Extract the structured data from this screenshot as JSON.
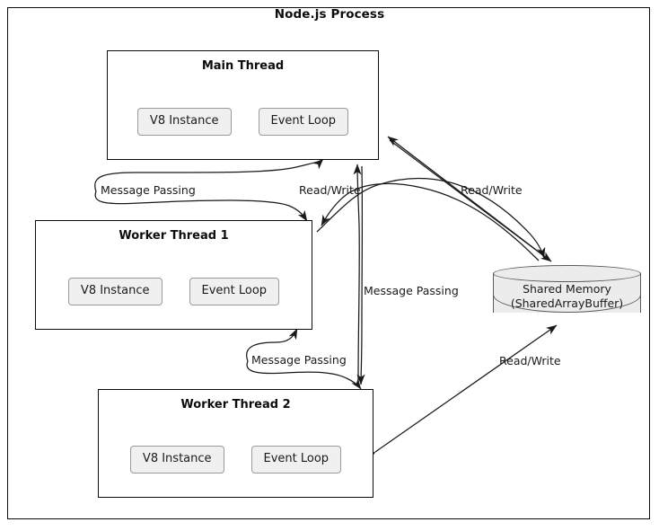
{
  "process": {
    "title": "Node.js Process"
  },
  "threads": [
    {
      "id": "main",
      "title": "Main Thread",
      "components": [
        {
          "label": "V8 Instance",
          "icon": "v8-engine-icon"
        },
        {
          "label": "Event Loop",
          "icon": "loop-icon"
        }
      ]
    },
    {
      "id": "worker1",
      "title": "Worker Thread 1",
      "components": [
        {
          "label": "V8 Instance",
          "icon": "v8-engine-icon"
        },
        {
          "label": "Event Loop",
          "icon": "loop-icon"
        }
      ]
    },
    {
      "id": "worker2",
      "title": "Worker Thread 2",
      "components": [
        {
          "label": "V8 Instance",
          "icon": "v8-engine-icon"
        },
        {
          "label": "Event Loop",
          "icon": "loop-icon"
        }
      ]
    }
  ],
  "shared_memory": {
    "title": "Shared Memory",
    "subtitle": "(SharedArrayBuffer)",
    "shape": "cylinder-database-icon"
  },
  "edges": [
    {
      "id": "mp-main-worker1",
      "label": "Message Passing",
      "from": "Main Thread",
      "to": "Worker Thread 1",
      "direction": "bidirectional"
    },
    {
      "id": "mp-main-worker2",
      "label": "Message Passing",
      "from": "Main Thread",
      "to": "Worker Thread 2",
      "direction": "bidirectional"
    },
    {
      "id": "mp-worker1-worker2",
      "label": "Message Passing",
      "from": "Worker Thread 1",
      "to": "Worker Thread 2",
      "direction": "bidirectional"
    },
    {
      "id": "rw-worker1-shared",
      "label": "Read/Write",
      "from": "Worker Thread 1",
      "to": "Shared Memory",
      "direction": "bidirectional"
    },
    {
      "id": "rw-main-shared",
      "label": "Read/Write",
      "from": "Main Thread",
      "to": "Shared Memory",
      "direction": "bidirectional"
    },
    {
      "id": "rw-worker2-shared",
      "label": "Read/Write",
      "from": "Worker Thread 2",
      "to": "Shared Memory",
      "direction": "bidirectional"
    }
  ],
  "colors": {
    "stroke": "#0c0c0c",
    "chip_fill": "#f0f0f0",
    "chip_border": "#9a9a9a",
    "cylinder_fill": "#ececec",
    "cylinder_border": "#5a5a5a",
    "background": "#ffffff"
  }
}
